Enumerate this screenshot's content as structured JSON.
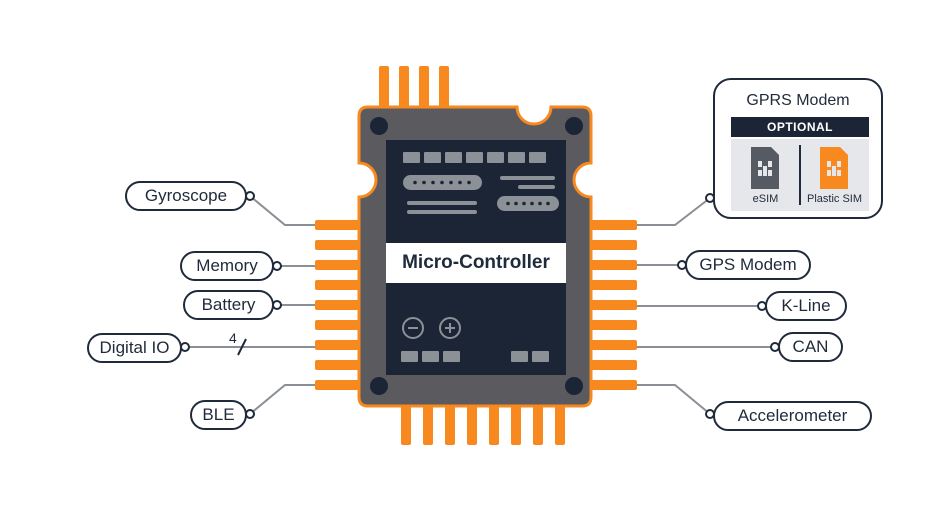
{
  "chip": {
    "title": "Micro-Controller"
  },
  "left_peripherals": [
    "Gyroscope",
    "Memory",
    "Battery",
    "Digital IO",
    "BLE"
  ],
  "right_peripherals": [
    "GPS Modem",
    "K-Line",
    "CAN",
    "Accelerometer"
  ],
  "digital_io_bus_width": "4",
  "gprs_modem": {
    "title": "GPRS Modem",
    "badge": "OPTIONAL",
    "sims": [
      {
        "label": "eSIM",
        "icon": "esim-card-icon",
        "color": "#555a63"
      },
      {
        "label": "Plastic SIM",
        "icon": "sim-card-icon",
        "color": "#f7891f"
      }
    ]
  },
  "colors": {
    "pins": "#f7891f",
    "chip_body": "#5b5b5f",
    "chip_face": "#1c2536",
    "outline": "#1f2a3a"
  }
}
